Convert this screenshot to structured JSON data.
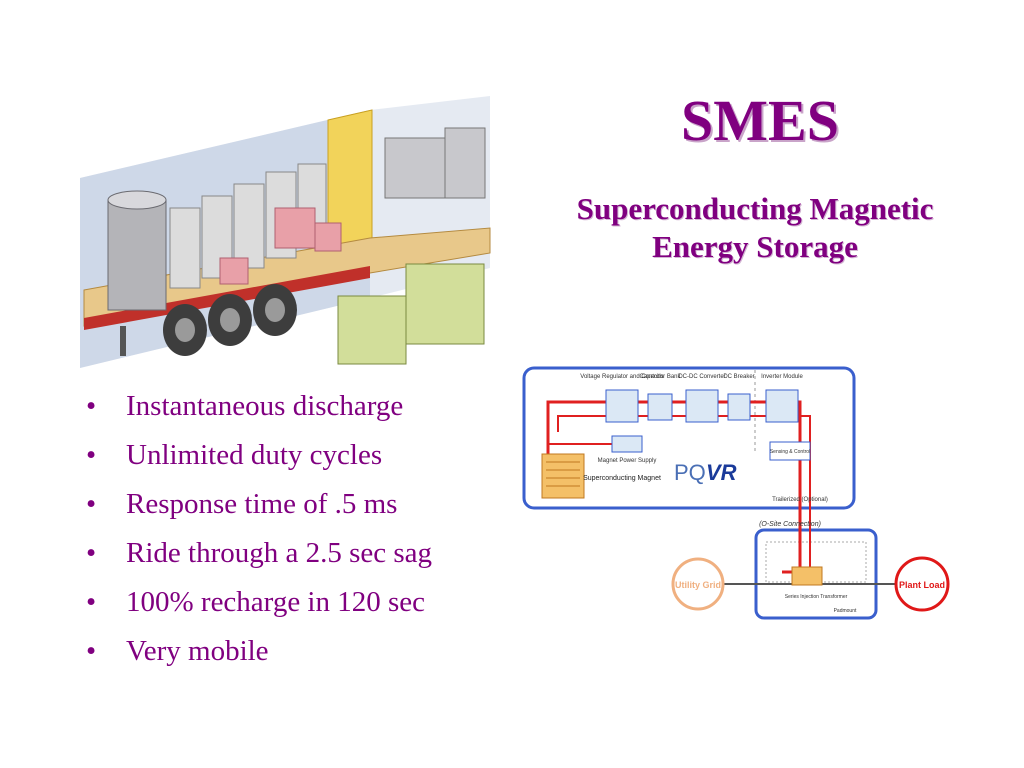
{
  "slide": {
    "title": "SMES",
    "subtitle": "Superconducting Magnetic Energy Storage"
  },
  "bullets": [
    "Instantaneous discharge",
    "Unlimited duty cycles",
    "Response time of .5 ms",
    "Ride through a 2.5 sec sag",
    "100% recharge in 120 sec",
    "Very mobile"
  ],
  "bullet_glyph": "•",
  "diagram": {
    "voltage_regulator": "Voltage Regulator and Controls",
    "capacitor_bank": "Capacitor Bank",
    "dc_dc_converter": "DC-DC Converter",
    "dc_breaker": "DC Breaker",
    "inverter_module": "Inverter Module",
    "magnet_power_supply": "Magnet Power Supply",
    "sensing_control": "Sensing & Control",
    "superconducting_magnet": "Superconducting Magnet",
    "brand_pq": "PQ",
    "brand_vr": "VR",
    "trailerized": "Trailerized (Optional)",
    "site_connection": "(O-Site Connection)",
    "utility_grid": "Utility Grid",
    "series_injection": "Series Injection Transformer",
    "padmount": "Padmount",
    "plant_load": "Plant Load"
  },
  "colors": {
    "text_purple": "#800080",
    "diagram_blue": "#3a5fcd",
    "wire_red": "#e02020",
    "utility_orange": "#f0b080",
    "load_red": "#e01818"
  }
}
